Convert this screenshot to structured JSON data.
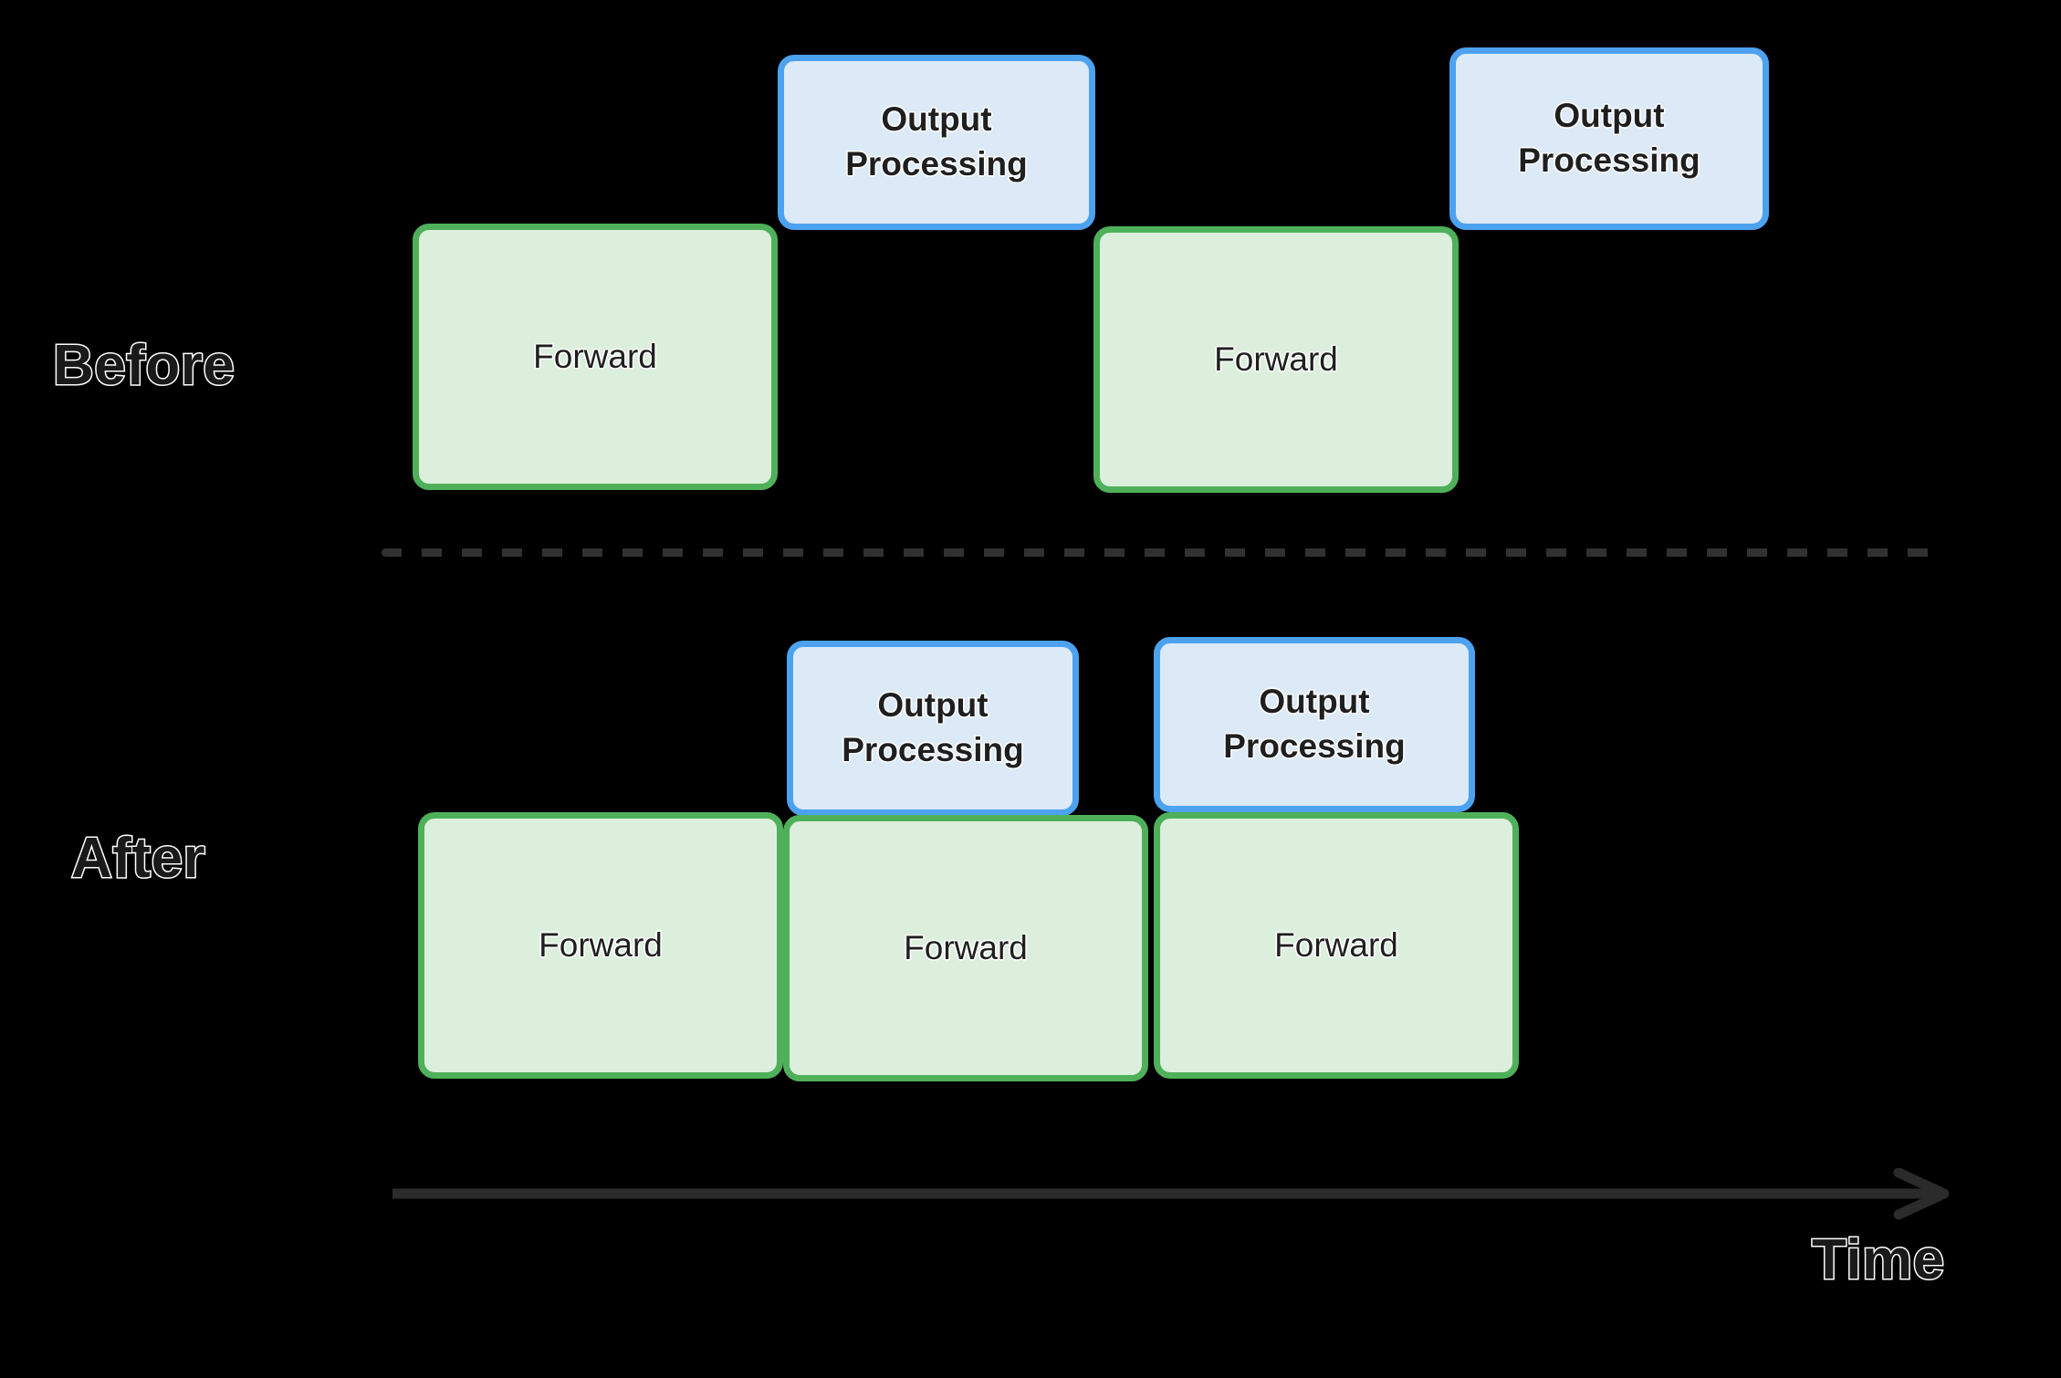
{
  "diagram": {
    "title_text": "",
    "background_color": "#000000",
    "colors": {
      "forward_fill": "#dcefdd",
      "forward_border": "#4fb05a",
      "output_fill": "#dceaf8",
      "output_border": "#4da2f0",
      "divider": "#313131",
      "axis": "#2b2b2b",
      "text": "#1f1f1f",
      "text_outline": "#ffffff"
    },
    "row_labels": {
      "before": "Before",
      "after": "After"
    },
    "axis": {
      "label": "Time",
      "direction": "left-to-right",
      "arrow_icon": "arrow-right-icon"
    },
    "before_row": {
      "forward_blocks": [
        {
          "label": "Forward"
        },
        {
          "label": "Forward"
        }
      ],
      "output_blocks": [
        {
          "label": "Output\nProcessing",
          "line1": "Output",
          "line2": "Processing"
        },
        {
          "label": "Output\nProcessing",
          "line1": "Output",
          "line2": "Processing"
        }
      ]
    },
    "after_row": {
      "forward_blocks": [
        {
          "label": "Forward"
        },
        {
          "label": "Forward"
        },
        {
          "label": "Forward"
        }
      ],
      "output_blocks": [
        {
          "label": "Output\nProcessing",
          "line1": "Output",
          "line2": "Processing"
        },
        {
          "label": "Output\nProcessing",
          "line1": "Output",
          "line2": "Processing"
        }
      ]
    }
  }
}
